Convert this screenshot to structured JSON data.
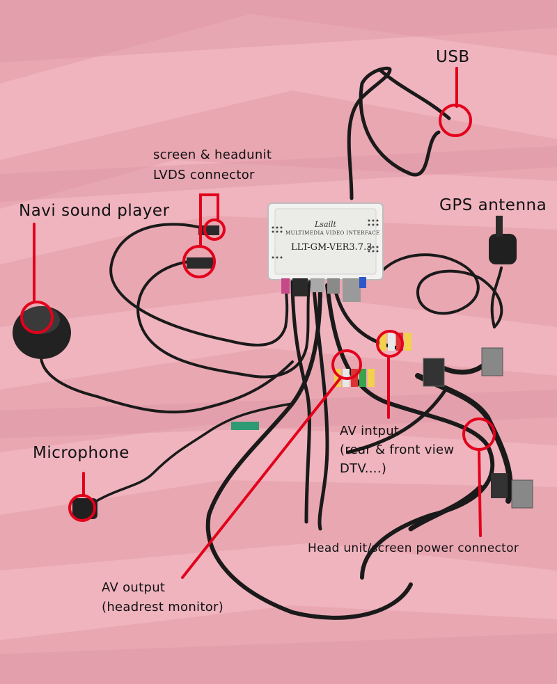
{
  "labels": {
    "usb": "USB",
    "lvds_line1": "screen & headunit",
    "lvds_line2": "LVDS connector",
    "navi": "Navi sound player",
    "gps": "GPS antenna",
    "av_input_line1": "AV intput",
    "av_input_line2": "(rear & front view",
    "av_input_line3": "DTV....)",
    "microphone": "Microphone",
    "power": "Head unit/screen power connector",
    "av_output_line1": "AV output",
    "av_output_line2": "(headrest monitor)"
  },
  "device": {
    "brand": "Lsailt",
    "subtitle": "MULTIMEDIA VIDEO INTERFACE",
    "model": "LLT-GM-VER3.7.3"
  },
  "colors": {
    "background": "#e9a7b2",
    "stripe": "#f4c5cd",
    "marker": "#e3001b",
    "cable": "#1a1a1a"
  }
}
